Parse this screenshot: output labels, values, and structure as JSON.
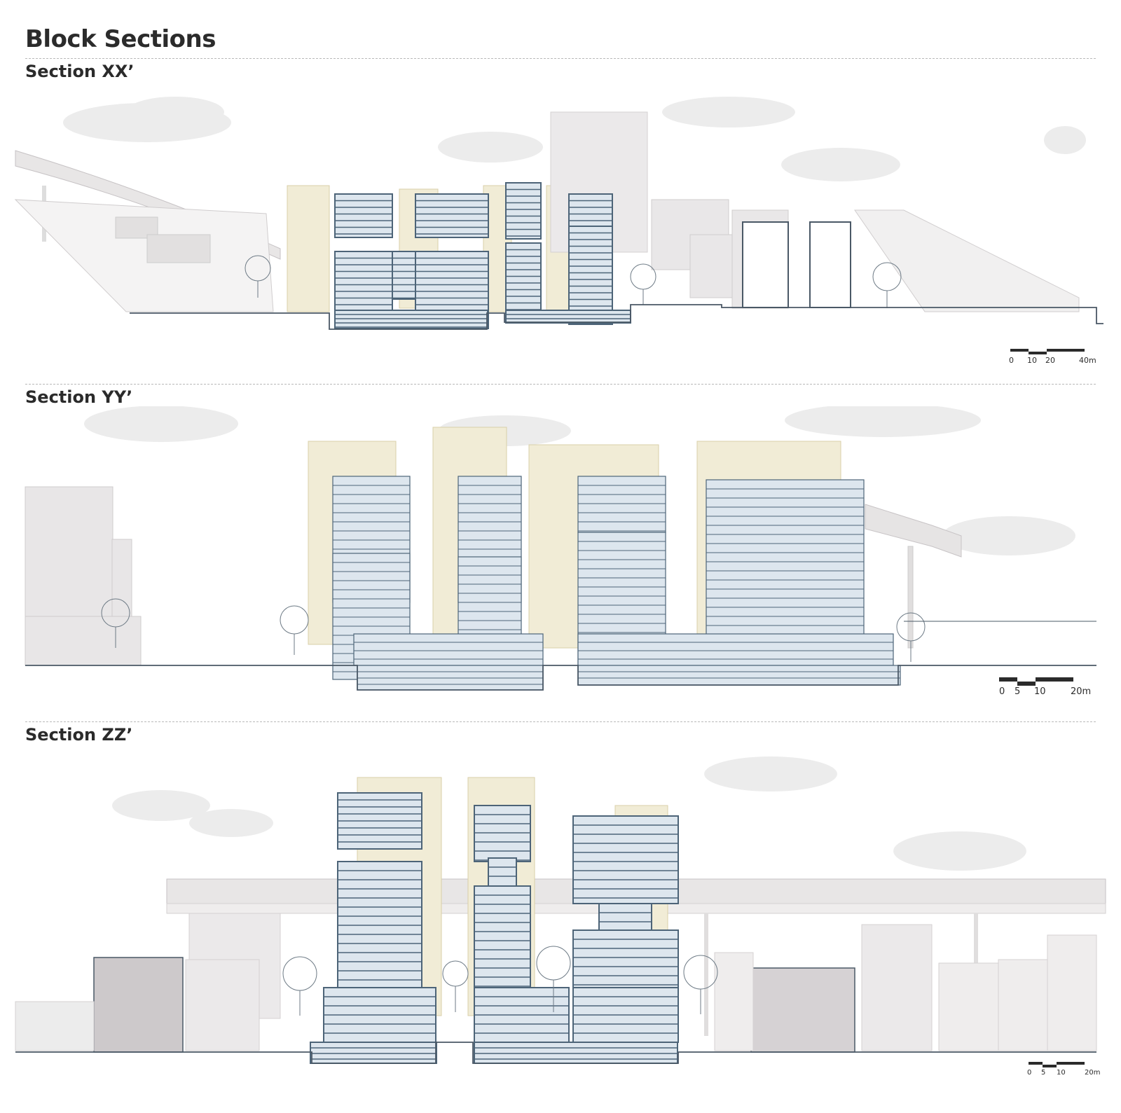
{
  "page": {
    "title": "Block Sections"
  },
  "sections": [
    {
      "title": "Section XX’",
      "scale_labels": [
        "0",
        "10",
        "20",
        "40m"
      ]
    },
    {
      "title": "Section YY’",
      "scale_labels": [
        "0",
        "5",
        "10",
        "20m"
      ]
    },
    {
      "title": "Section ZZ’",
      "scale_labels": [
        "0",
        "5",
        "10",
        "20m"
      ]
    }
  ],
  "colors": {
    "building_blue": "#dde6ee",
    "building_blue_dark": "#4d6478",
    "building_cream": "#f1ecd6",
    "context_grey": "#e6e4e4",
    "context_dark": "#cdc9cb",
    "sky_cloud": "#ececec",
    "ground_line": "#4a5866"
  }
}
